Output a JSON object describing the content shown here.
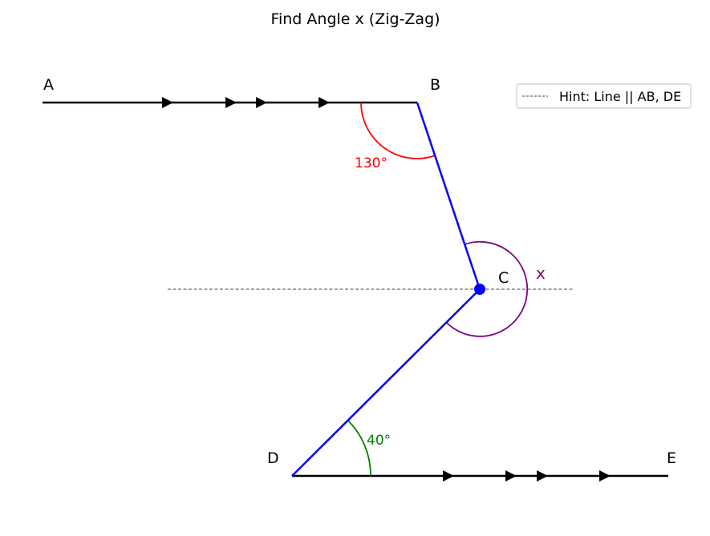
{
  "title": "Find Angle x (Zig-Zag)",
  "points": {
    "A": "A",
    "B": "B",
    "C": "C",
    "D": "D",
    "E": "E"
  },
  "angles": {
    "b": {
      "label": "130°",
      "color": "#ff0000"
    },
    "c": {
      "label": "x",
      "color": "#800080"
    },
    "d": {
      "label": "40°",
      "color": "#008000"
    }
  },
  "legend": {
    "hint": "Hint: Line || AB, DE"
  },
  "colors": {
    "parallel_lines": "#000000",
    "transversal": "#0000ff",
    "hint_line": "#404040"
  }
}
